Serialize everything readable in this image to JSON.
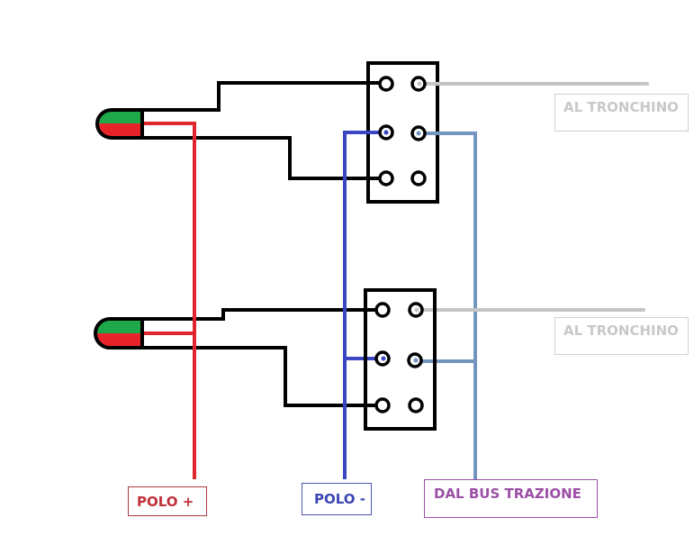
{
  "diagram": {
    "title": "Schema collegamento LED bicolore e deviatori",
    "colors": {
      "wire_black": "#000000",
      "wire_red": "#e0262c",
      "wire_blue": "#3a46c2",
      "wire_light_blue": "#7294bf",
      "wire_grey": "#c4c4c4",
      "led_green": "#1ea84a",
      "led_red": "#e8242a"
    },
    "components": [
      {
        "type": "bicolor-led",
        "id": "led-1",
        "colors": [
          "green",
          "red"
        ]
      },
      {
        "type": "bicolor-led",
        "id": "led-2",
        "colors": [
          "green",
          "red"
        ]
      },
      {
        "type": "switch-6pin",
        "id": "switch-1"
      },
      {
        "type": "switch-6pin",
        "id": "switch-2"
      }
    ],
    "labels": {
      "tronchino_1": "AL TRONCHINO",
      "tronchino_2": "AL TRONCHINO",
      "polo_plus": "POLO +",
      "polo_minus": "POLO -",
      "bus_trazione": "DAL BUS TRAZIONE"
    }
  }
}
